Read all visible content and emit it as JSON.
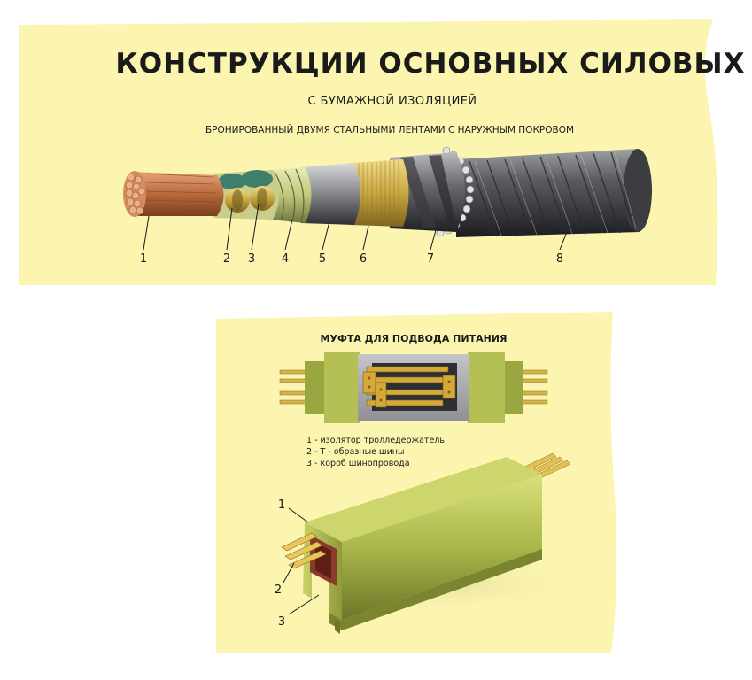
{
  "top_panel": {
    "title": "КОНСТРУКЦИИ  ОСНОВНЫХ  СИЛОВЫХ",
    "subtitle": "С БУМАЖНОЙ ИЗОЛЯЦИЕЙ",
    "caption": "БРОНИРОВАННЫЙ ДВУМЯ СТАЛЬНЫМИ ЛЕНТАМИ С НАРУЖНЫМ ПОКРОВОМ",
    "callouts": [
      "1",
      "2",
      "3",
      "4",
      "5",
      "6",
      "7",
      "8"
    ],
    "background_color": "#fbf5b0"
  },
  "bottom_panel": {
    "title": "МУФТА ДЛЯ ПОДВОДА ПИТАНИЯ",
    "legend": [
      "1 - изолятор тролледержатель",
      "2 - Т - образные шины",
      "3 - короб шинопровода"
    ],
    "callouts": [
      "1",
      "2",
      "3"
    ],
    "background_color": "#fbf5b0"
  },
  "colors": {
    "copper": "#c87a4a",
    "brass": "#c9a640",
    "armor": "#55565a",
    "duct_green": "#a9b74a",
    "duct_inner": "#8a3b2c"
  }
}
